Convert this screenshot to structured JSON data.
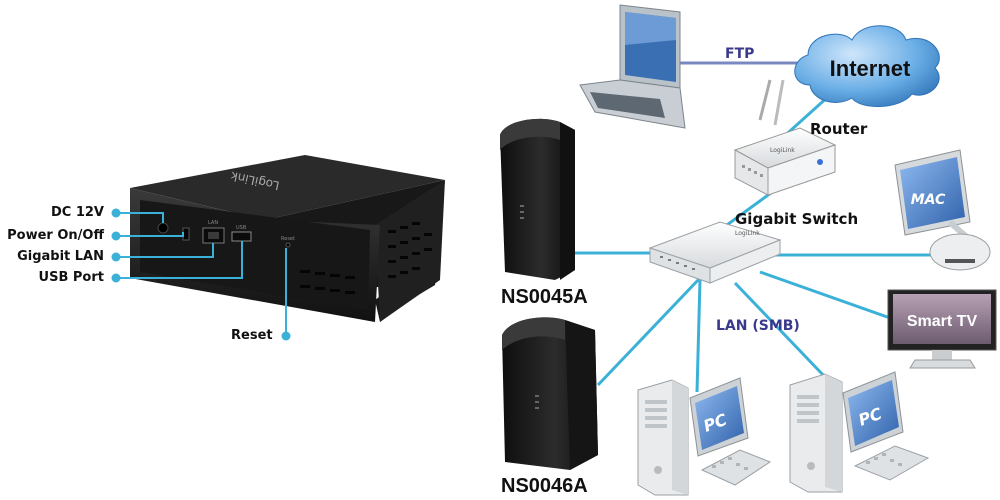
{
  "device_ports": {
    "labels": [
      "DC 12V",
      "Power On/Off",
      "Gigabit LAN",
      "USB Port"
    ],
    "reset_label": "Reset",
    "brand_text": "LogiLink",
    "panel_texts": [
      "LAN",
      "USB",
      "Reset"
    ]
  },
  "network": {
    "internet": "Internet",
    "ftp": "FTP",
    "router": "Router",
    "router_brand": "LogiLink",
    "switch": "Gigabit Switch",
    "switch_brand": "LogiLink",
    "mac": "MAC",
    "smart_tv": "Smart TV",
    "lan_smb": "LAN (SMB)",
    "pc1": "PC",
    "pc2": "PC",
    "nas1": "NS0045A",
    "nas2": "NS0046A"
  },
  "colors": {
    "line": "#3bb1d8",
    "cloud": "#5aa4e0",
    "device_body": "#1b1b1b",
    "screen_blue": "#4e86c8",
    "text_navy": "#3a3a8c"
  }
}
